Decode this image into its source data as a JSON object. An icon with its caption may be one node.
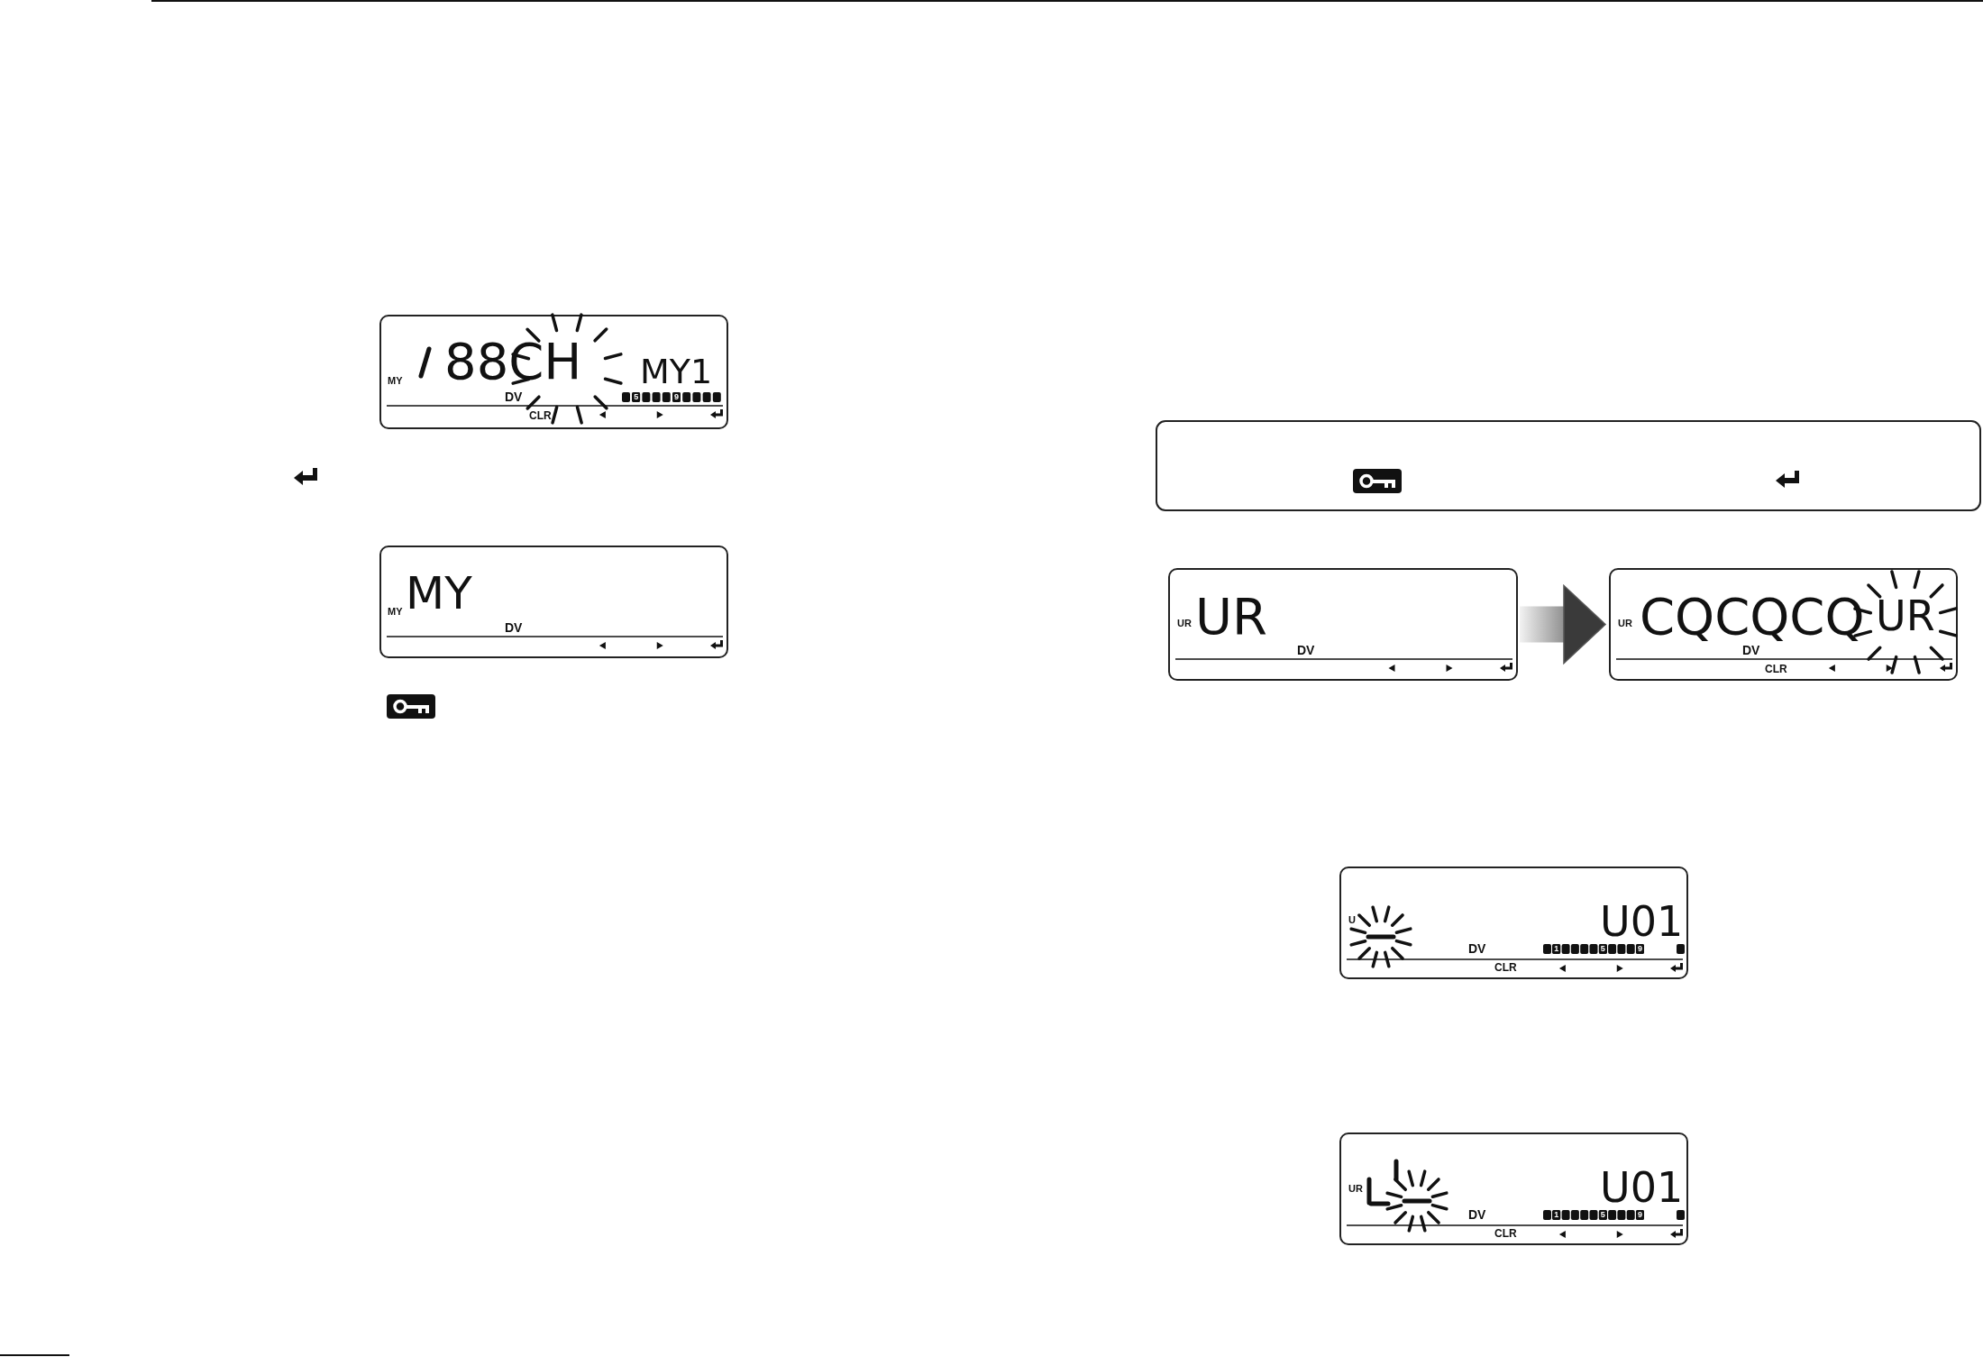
{
  "diagram": {
    "nodes": [
      {
        "text": [
          "MY",
          "88CH",
          "MY1",
          "DV",
          "5",
          "9",
          "CLR"
        ]
      },
      {
        "text": [
          "MY",
          "MY",
          "DV"
        ]
      },
      {
        "text": [
          "UR",
          "UR",
          "DV"
        ]
      },
      {
        "text": [
          "UR",
          "CQCQCQ",
          "UR",
          "DV",
          "CLR"
        ]
      },
      {
        "text": [
          "U",
          "U01",
          "DV",
          "1",
          "5",
          "9",
          "CLR"
        ]
      },
      {
        "text": [
          "UR",
          "U01",
          "DV",
          "1",
          "5",
          "9",
          "CLR"
        ]
      }
    ],
    "edges": [
      {
        "from": 2,
        "to": 3,
        "arrow": "to"
      }
    ]
  }
}
